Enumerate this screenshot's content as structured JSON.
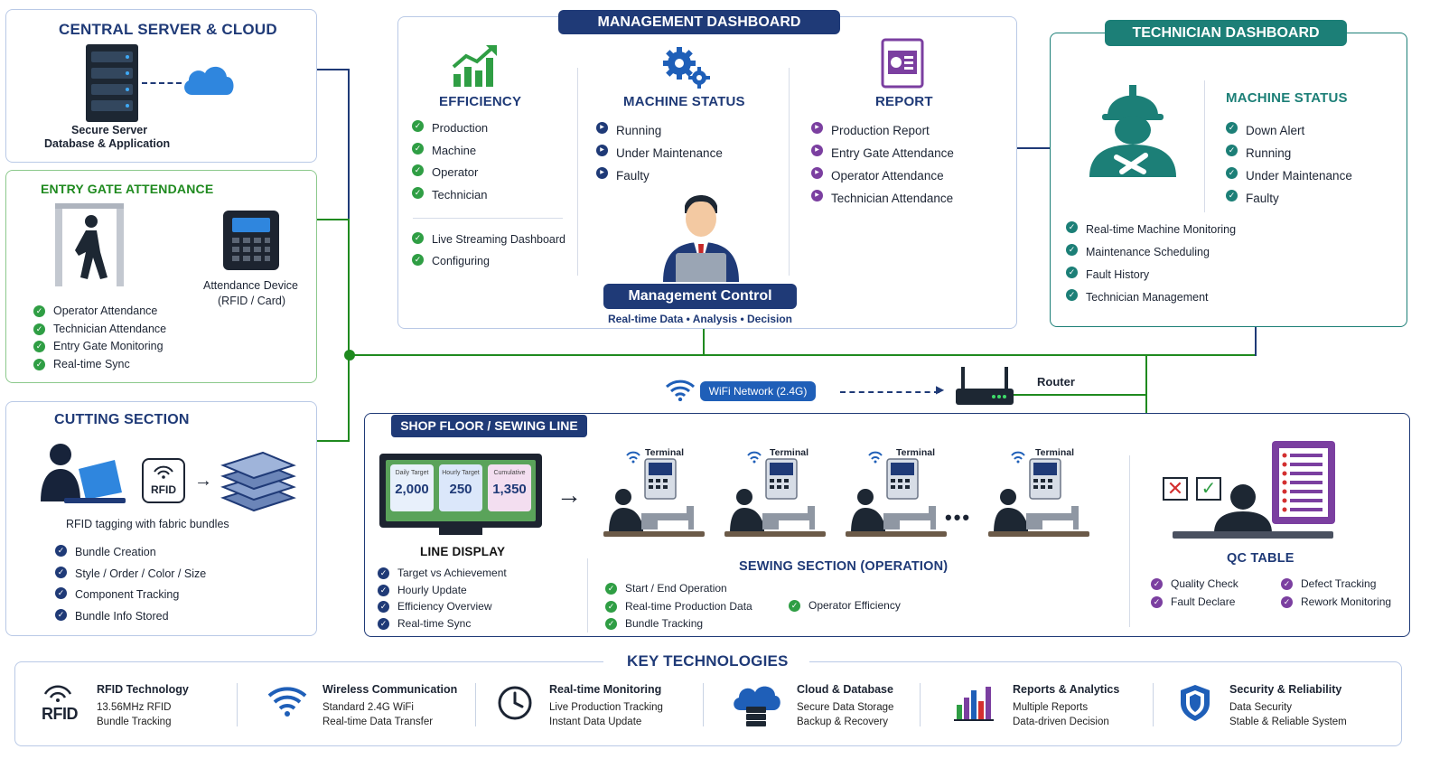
{
  "central_server": {
    "title": "CENTRAL SERVER & CLOUD",
    "line1": "Secure Server",
    "line2": "Database & Application"
  },
  "entry_gate": {
    "title": "ENTRY GATE ATTENDANCE",
    "device_line1": "Attendance Device",
    "device_line2": "(RFID / Card)",
    "items": [
      "Operator Attendance",
      "Technician Attendance",
      "Entry Gate Monitoring",
      "Real-time Sync"
    ]
  },
  "cutting": {
    "title": "CUTTING SECTION",
    "rfid_tag": "RFID",
    "caption": "RFID tagging with fabric bundles",
    "items": [
      "Bundle Creation",
      "Style / Order / Color / Size",
      "Component Tracking",
      "Bundle Info Stored"
    ]
  },
  "management": {
    "title": "MANAGEMENT DASHBOARD",
    "efficiency": {
      "title": "EFFICIENCY",
      "items": [
        "Production",
        "Machine",
        "Operator",
        "Technician"
      ],
      "extra": [
        "Live Streaming Dashboard",
        "Configuring"
      ]
    },
    "machine_status": {
      "title": "MACHINE STATUS",
      "items": [
        "Running",
        "Under Maintenance",
        "Faulty"
      ]
    },
    "report": {
      "title": "REPORT",
      "items": [
        "Production Report",
        "Entry Gate Attendance",
        "Operator Attendance",
        "Technician Attendance"
      ]
    },
    "control_label": "Management Control",
    "control_sub": "Real-time Data  •  Analysis  •  Decision"
  },
  "technician": {
    "title": "TECHNICIAN DASHBOARD",
    "status_title": "MACHINE STATUS",
    "status_items": [
      "Down Alert",
      "Running",
      "Under Maintenance",
      "Faulty"
    ],
    "features": [
      "Real-time Machine Monitoring",
      "Maintenance Scheduling",
      "Fault History",
      "Technician Management"
    ]
  },
  "network": {
    "wifi": "WiFi Network (2.4G)",
    "router": "Router"
  },
  "shop_floor": {
    "title": "SHOP FLOOR / SEWING LINE",
    "line_display": {
      "title": "LINE DISPLAY",
      "kpis": [
        {
          "label": "Daily Target",
          "value": "2,000"
        },
        {
          "label": "Hourly Target",
          "value": "250"
        },
        {
          "label": "Cumulative",
          "value": "1,350"
        }
      ],
      "items": [
        "Target vs Achievement",
        "Hourly Update",
        "Efficiency Overview",
        "Real-time Sync"
      ]
    },
    "terminal_label": "Terminal",
    "sewing": {
      "title": "SEWING SECTION (OPERATION)",
      "items_left": [
        "Start / End Operation",
        "Real-time Production Data",
        "Bundle Tracking"
      ],
      "items_right": [
        "Operator Efficiency"
      ]
    },
    "qc": {
      "title": "QC TABLE",
      "items_left": [
        "Quality Check",
        "Fault Declare"
      ],
      "items_right": [
        "Defect Tracking",
        "Rework Monitoring"
      ]
    }
  },
  "key_technologies": {
    "title": "KEY TECHNOLOGIES",
    "rfid_icon_text": "RFID",
    "items": [
      {
        "title": "RFID Technology",
        "line1": "13.56MHz RFID",
        "line2": "Bundle Tracking",
        "icon": "rfid-icon"
      },
      {
        "title": "Wireless Communication",
        "line1": "Standard 2.4G WiFi",
        "line2": "Real-time Data Transfer",
        "icon": "wifi-icon"
      },
      {
        "title": "Real-time Monitoring",
        "line1": "Live Production Tracking",
        "line2": "Instant Data Update",
        "icon": "clock-icon"
      },
      {
        "title": "Cloud & Database",
        "line1": "Secure Data Storage",
        "line2": "Backup & Recovery",
        "icon": "cloud-database-icon"
      },
      {
        "title": "Reports & Analytics",
        "line1": "Multiple Reports",
        "line2": "Data-driven Decision",
        "icon": "bar-chart-icon"
      },
      {
        "title": "Security & Reliability",
        "line1": "Data Security",
        "line2": "Stable & Reliable System",
        "icon": "shield-icon"
      }
    ]
  },
  "colors": {
    "navy": "#1f3a77",
    "green": "#1f8a1f",
    "teal": "#1c7f77",
    "purple": "#7b3fa0"
  }
}
